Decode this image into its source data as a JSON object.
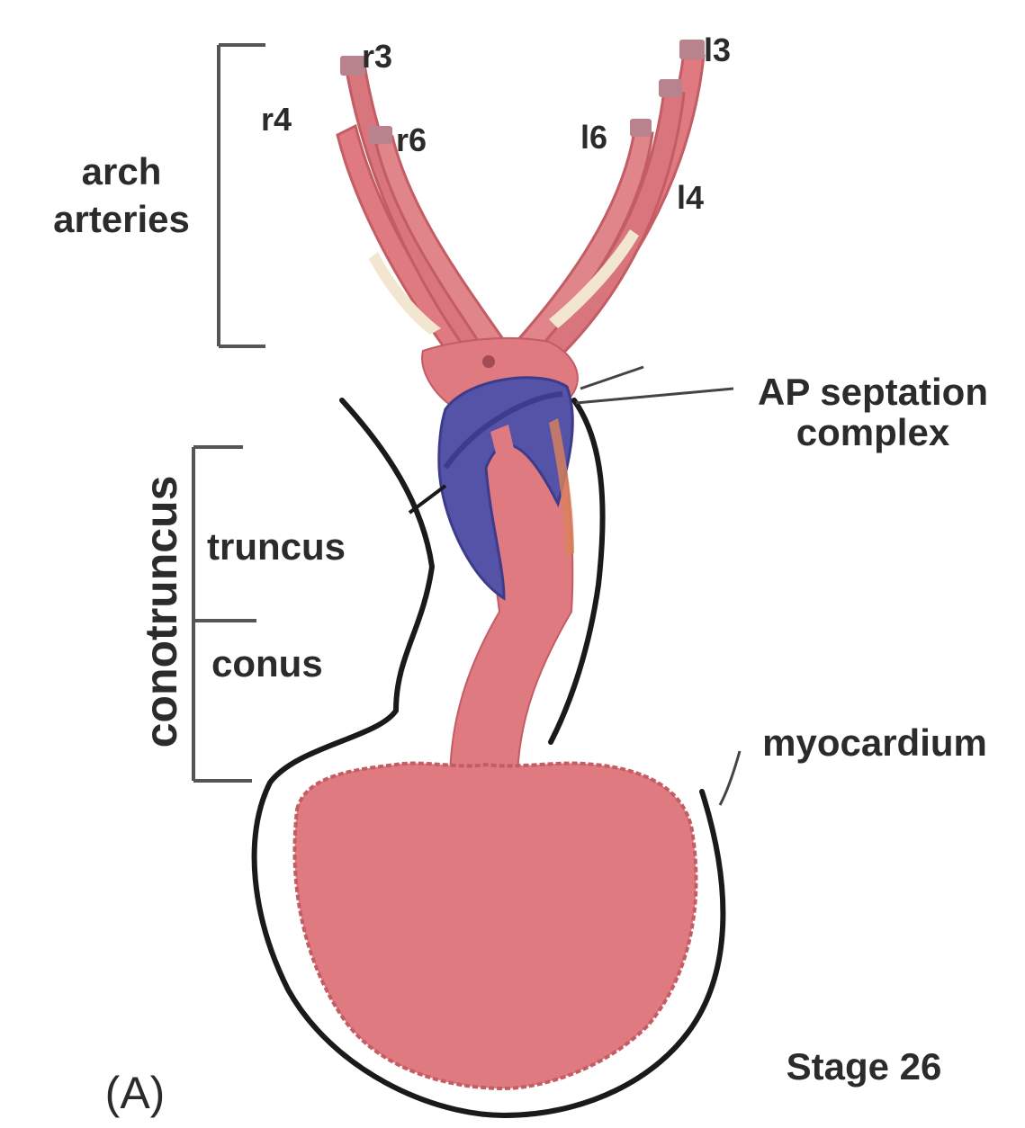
{
  "labels": {
    "arch_line1": "arch",
    "arch_line2": "arteries",
    "r3": "r3",
    "r4": "r4",
    "r6": "r6",
    "l3": "l3",
    "l4": "l4",
    "l6": "l6",
    "ap_line1": "AP septation",
    "ap_line2": "complex",
    "conotruncus": "conotruncus",
    "truncus": "truncus",
    "conus": "conus",
    "myocardium": "myocardium",
    "stage": "Stage 26",
    "panel": "(A)"
  },
  "colors": {
    "vessel": "#de7a80",
    "vessel_dark": "#c45c64",
    "vessel_tip": "#b9838d",
    "septation": "#5553a8",
    "septation_dark": "#3d3b8c",
    "outline": "#1a1a1a",
    "bracket": "#555555"
  }
}
